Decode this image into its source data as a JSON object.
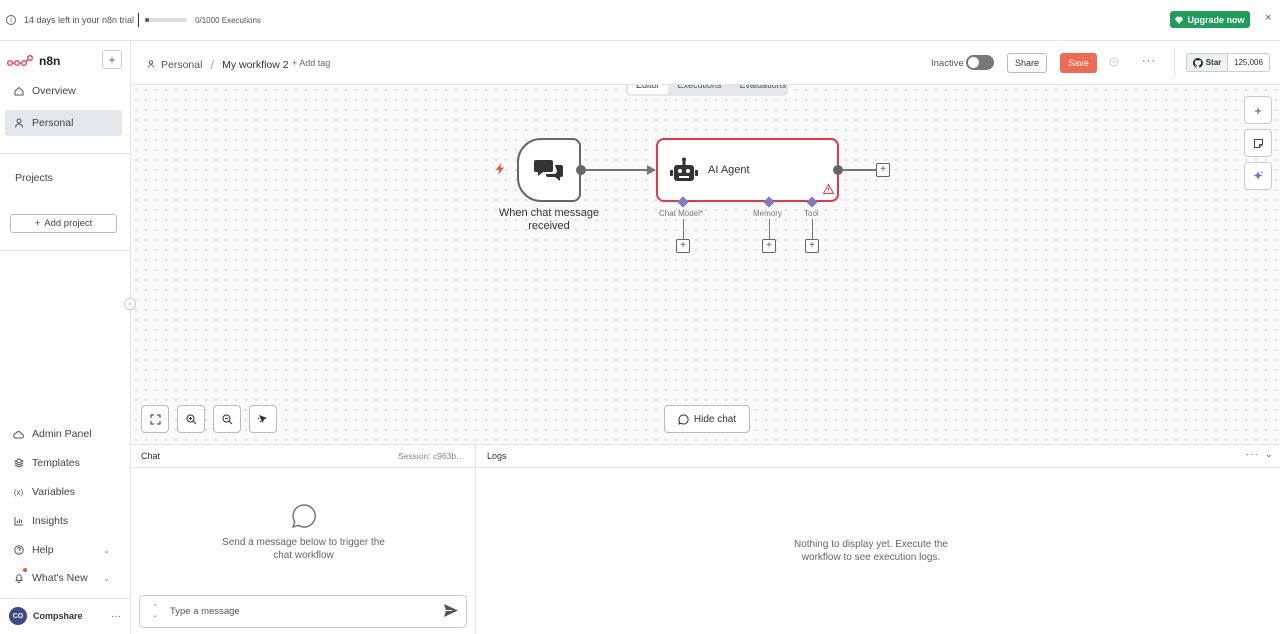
{
  "banner": {
    "trial_text": "14 days left in your n8n trial",
    "executions_text": "0/1000 Executions",
    "executions_used_fraction": 0.0,
    "upgrade_label": "Upgrade now",
    "close_glyph": "×"
  },
  "sidebar": {
    "app_name": "n8n",
    "add_glyph": "+",
    "nav": [
      {
        "label": "Overview",
        "icon": "home-icon"
      },
      {
        "label": "Personal",
        "icon": "user-icon",
        "active": true
      }
    ],
    "projects_label": "Projects",
    "add_project_label": "Add project",
    "bottom_nav": [
      {
        "label": "Admin Panel",
        "icon": "cloud-icon"
      },
      {
        "label": "Templates",
        "icon": "templates-icon"
      },
      {
        "label": "Variables",
        "icon": "variables-icon"
      },
      {
        "label": "Insights",
        "icon": "insights-icon"
      },
      {
        "label": "Help",
        "icon": "help-icon"
      },
      {
        "label": "What's New",
        "icon": "bell-icon"
      }
    ],
    "user": {
      "initials": "CO",
      "name": "Compshare",
      "more": "···"
    }
  },
  "header": {
    "breadcrumb_project": "Personal",
    "workflow_name": "My workflow 2",
    "add_tag": "+ Add tag",
    "inactive_label": "Inactive",
    "share_label": "Share",
    "save_label": "Save",
    "more_glyph": "···",
    "github_star_label": "Star",
    "github_star_count": "125,006"
  },
  "view_tabs": [
    "Editor",
    "Executions",
    "Evaluations"
  ],
  "canvas": {
    "trigger_label": "When chat message received",
    "agent_label": "AI Agent",
    "sub_ports": [
      {
        "label": "Chat Model",
        "required": true
      },
      {
        "label": "Memory",
        "required": false
      },
      {
        "label": "Tool",
        "required": false
      }
    ],
    "required_mark": "*",
    "plus_glyph": "+",
    "hide_chat_label": "Hide chat"
  },
  "chat": {
    "title": "Chat",
    "session": "Session: c963b…",
    "empty_text": "Send a message below to trigger the chat workflow",
    "input_placeholder": "Type a message"
  },
  "logs": {
    "title": "Logs",
    "empty_text": "Nothing to display yet. Execute the workflow to see execution logs."
  },
  "colors": {
    "accent_save": "#ee6a52",
    "upgrade_green": "#1f9d5b",
    "error_red": "#e0394a",
    "sub_port_purple": "#7e7ac8"
  }
}
